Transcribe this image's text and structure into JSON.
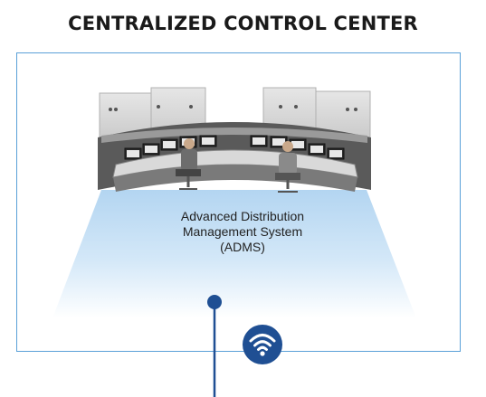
{
  "title": "CENTRALIZED CONTROL CENTER",
  "system_label": {
    "line1": "Advanced Distribution",
    "line2": "Management System",
    "line3": "(ADMS)"
  },
  "icons": {
    "connection": "wifi-icon"
  },
  "colors": {
    "frame": "#5aa0d8",
    "node": "#1f4f93",
    "floor_light": "#b8d8f2",
    "console": "#4a4a4a"
  }
}
